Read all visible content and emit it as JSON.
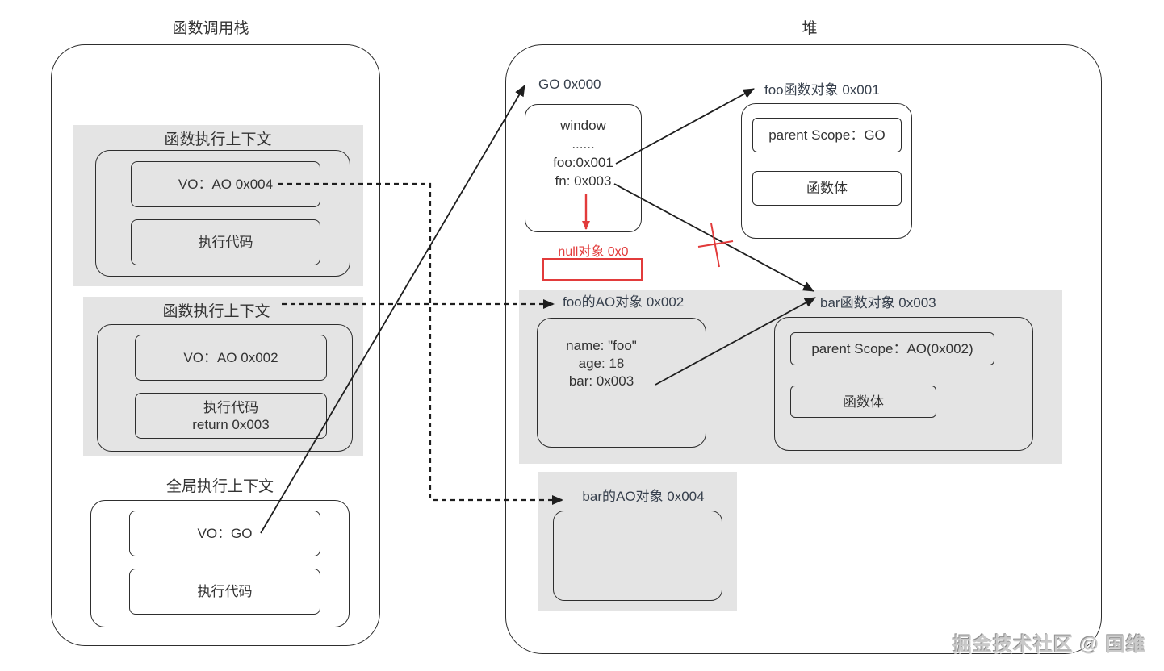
{
  "colors": {
    "accent_red": "#e23b3b",
    "panel_gray": "#e4e4e4",
    "line": "#2e2e2e",
    "text": "#333333"
  },
  "stack": {
    "title": "函数调用栈",
    "contexts": [
      {
        "label": "函数执行上下文",
        "vo": "VO：AO 0x004",
        "code": [
          "执行代码"
        ]
      },
      {
        "label": "函数执行上下文",
        "vo": "VO：AO 0x002",
        "code": [
          "执行代码",
          "return 0x003"
        ]
      },
      {
        "label": "全局执行上下文",
        "vo": "VO：GO",
        "code": [
          "执行代码"
        ]
      }
    ]
  },
  "heap": {
    "title": "堆",
    "go_object": {
      "label": "GO 0x000",
      "lines": [
        "window",
        "......",
        "foo:0x001",
        "fn: 0x003"
      ]
    },
    "null_object": {
      "label": "null对象 0x0"
    },
    "foo_fn_object": {
      "label": "foo函数对象 0x001",
      "parent_scope": "parent Scope：GO",
      "body": "函数体"
    },
    "foo_ao_object": {
      "label": "foo的AO对象 0x002",
      "lines": [
        "name: \"foo\"",
        "age: 18",
        "bar: 0x003"
      ]
    },
    "bar_fn_object": {
      "label": "bar函数对象 0x003",
      "parent_scope": "parent Scope：AO(0x002)",
      "body": "函数体"
    },
    "bar_ao_object": {
      "label": "bar的AO对象 0x004"
    }
  },
  "watermark": "掘金技术社区 @ 国维"
}
